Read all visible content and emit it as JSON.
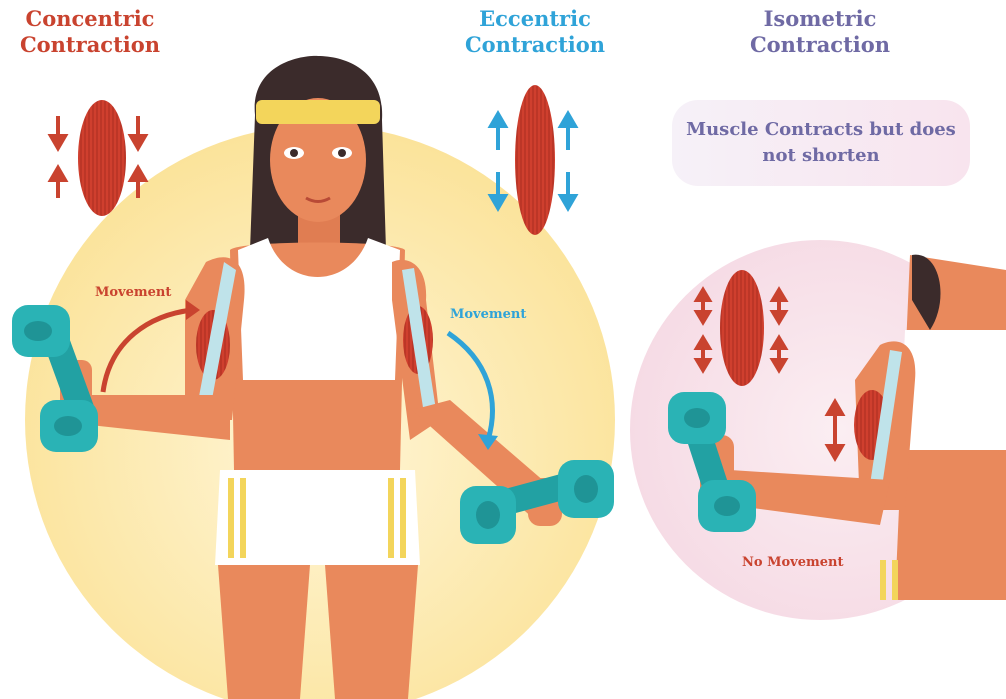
{
  "colors": {
    "concentric": "#c9432f",
    "eccentric": "#2fa3d8",
    "isometric": "#6f6aa4",
    "muscle": "#cf3f2e",
    "skin": "#e9895c",
    "dumbbell": "#2ab3b5",
    "left_circle_bg": "#fbe7a6",
    "right_circle_bg": "#f8e3ea"
  },
  "sections": {
    "concentric": {
      "title": "Concentric\nContraction",
      "movement_label": "Movement"
    },
    "eccentric": {
      "title": "Eccentric\nContraction",
      "movement_label": "Movement"
    },
    "isometric": {
      "title": "Isometric\nContraction",
      "callout": "Muscle Contracts but does not shorten",
      "movement_label": "No Movement"
    }
  },
  "icons": [
    "muscle-shortening-icon",
    "muscle-lengthening-icon",
    "muscle-static-icon",
    "dumbbell-icon"
  ]
}
